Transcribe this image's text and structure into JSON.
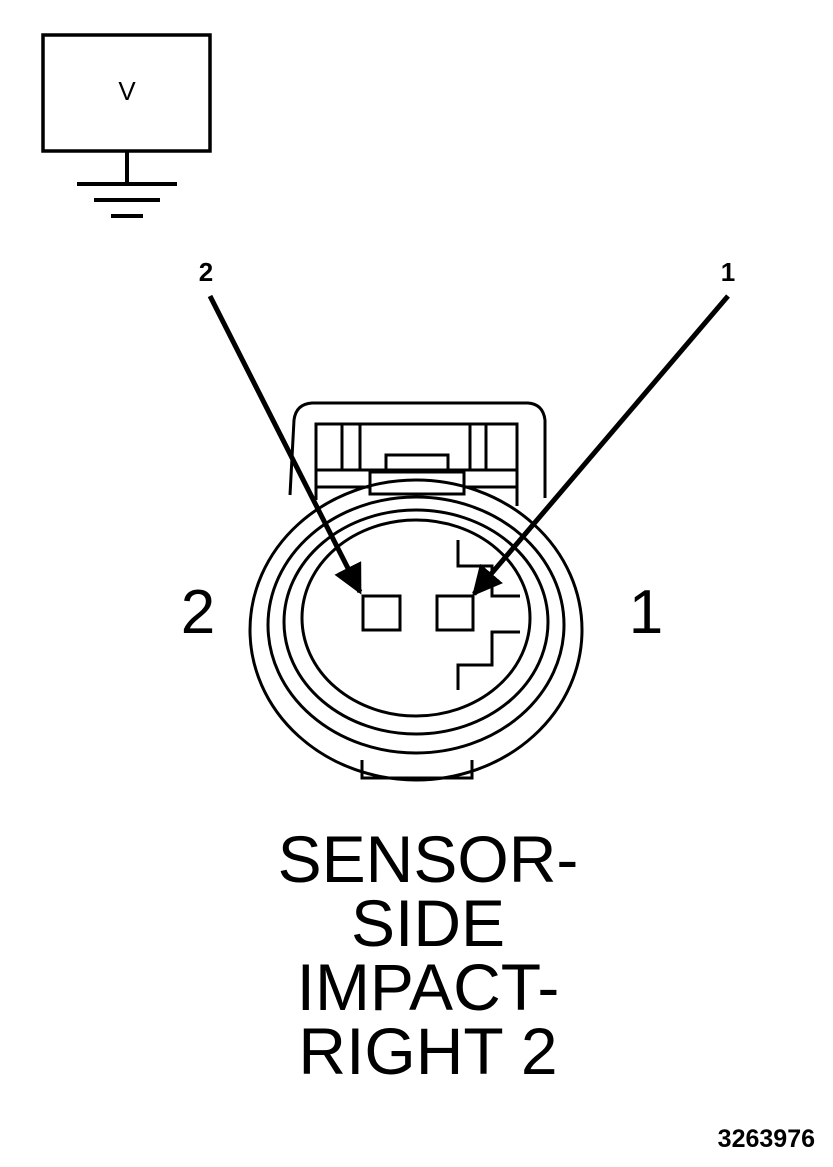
{
  "meter": {
    "label": "V"
  },
  "callouts": {
    "left": "2",
    "right": "1"
  },
  "pins": {
    "left": "2",
    "right": "1"
  },
  "title": [
    "SENSOR-",
    "SIDE",
    "IMPACT-",
    "RIGHT 2"
  ],
  "figure_id": "3263976",
  "colors": {
    "line": "#000000",
    "background": "#ffffff"
  },
  "icons": [
    "voltmeter-icon",
    "ground-symbol-icon",
    "connector-icon",
    "arrow-icon"
  ]
}
